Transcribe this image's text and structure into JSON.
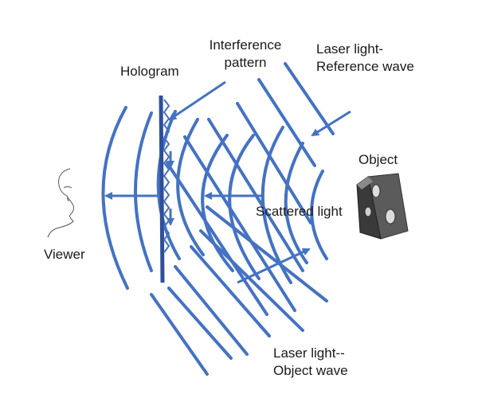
{
  "labels": {
    "hologram": "Hologram",
    "interference_line1": "Interference",
    "interference_line2": "pattern",
    "reference_line1": "Laser light-",
    "reference_line2": "Reference wave",
    "object": "Object",
    "scattered": "Scattered light",
    "viewer": "Viewer",
    "object_wave_line1": "Laser light--",
    "object_wave_line2": "Object wave"
  },
  "colors": {
    "wave": "#4472c4",
    "plate": "#2f4f9a",
    "object": "#555555",
    "text": "#1a1a1a"
  },
  "icons": [
    "viewer-face-icon",
    "object-bracket-icon"
  ]
}
